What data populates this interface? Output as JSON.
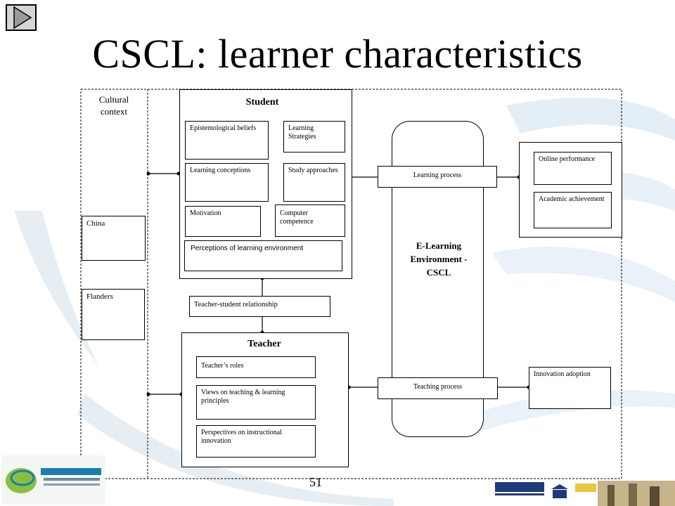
{
  "slide": {
    "title": "CSCL: learner characteristics",
    "page_number": "51"
  },
  "nav": {
    "button_icon": "play-triangle-icon"
  },
  "diagram": {
    "cultural_context": "Cultural\ncontext",
    "countries": [
      "China",
      "Flanders"
    ],
    "student": {
      "title": "Student",
      "items": [
        "Epistemological beliefs",
        "Learning Strategies",
        "Learning conceptions",
        "Study approaches",
        "Motivation",
        "Computer competence"
      ],
      "perceptions": "Perceptions of learning environment"
    },
    "relationship": "Teacher-student relationship",
    "teacher": {
      "title": "Teacher",
      "items": [
        "Teacher’s roles",
        "Views on teaching & learning principles",
        "Perspectives on instructional innovation"
      ]
    },
    "environment": "E-Learning Environment -CSCL",
    "learning_process": "Learning process",
    "teaching_process": "Teaching process",
    "outcomes": [
      "Online performance",
      "Academic achievement"
    ],
    "innovation": "Innovation adoption"
  },
  "colors": {
    "swoosh": "#dfeaf4",
    "logo_accent": "#1a7fb0"
  }
}
